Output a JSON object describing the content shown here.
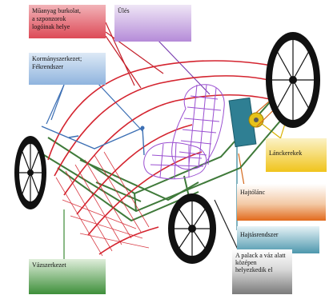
{
  "labels": {
    "muanyag": "Műanyag burkolat,\na szponzorok\nlogóinak helye",
    "ules": "Ülés",
    "kormany": "Kormányszerkezet;\nFékrendszer",
    "lanckerekek": "Lánckerekek",
    "hajtolanc": "Hajtólánc",
    "hajtasrendszer": "Hajtásrendszer",
    "vazszerkezet": "Vázszerkezet",
    "palack": "A palack a váz alatt\nközépen\nhelyezkedik el"
  },
  "colors": {
    "shell_red": "#d4242f",
    "frame_green": "#3f7a3a",
    "seat_purple": "#9a4fd1",
    "wire_blue": "#3c6fb4",
    "tire_black": "#111111",
    "motor_blue": "#2f7f93",
    "sprocket_yellow": "#e6c21a"
  }
}
